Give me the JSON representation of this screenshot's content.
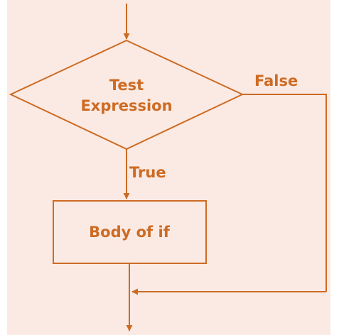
{
  "diagram": {
    "decision": {
      "line1": "Test",
      "line2": "Expression"
    },
    "true_label": "True",
    "false_label": "False",
    "process_label": "Body of if"
  },
  "colors": {
    "background": "#fbeae3",
    "stroke": "#cd6b24",
    "text": "#cd6b24"
  }
}
